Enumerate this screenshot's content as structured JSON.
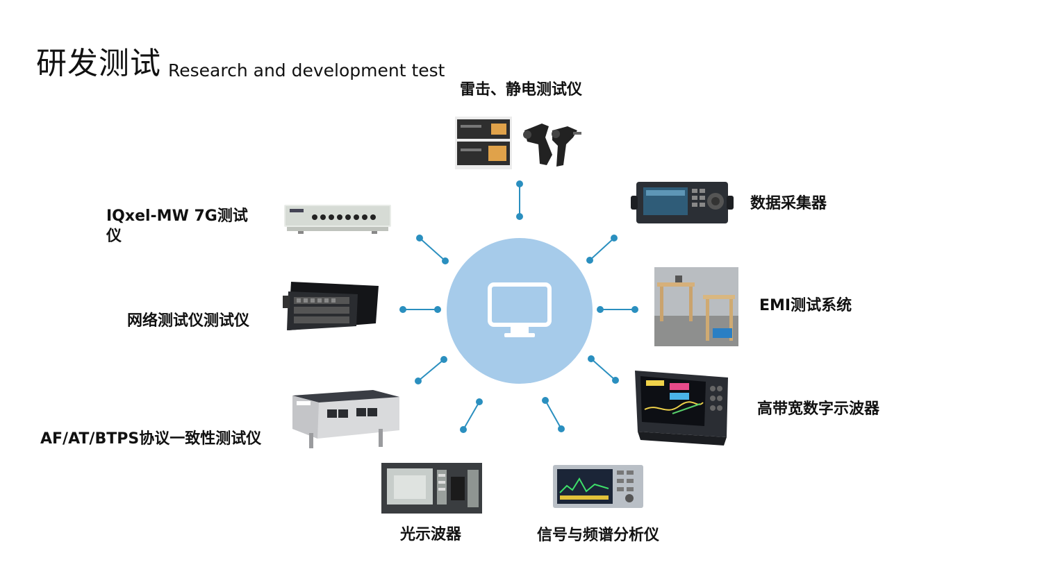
{
  "title": {
    "zh": "研发测试",
    "en": "Research and development test"
  },
  "hub": {
    "icon": "monitor-icon",
    "color": "#a6cbea"
  },
  "colors": {
    "connector": "#2a8fbf",
    "hub": "#a6cbea"
  },
  "nodes": [
    {
      "id": "lightning-esd",
      "label": "雷击、静电测试仪"
    },
    {
      "id": "data-acquisition",
      "label": "数据采集器"
    },
    {
      "id": "emi",
      "label": "EMI测试系统"
    },
    {
      "id": "oscilloscope",
      "label": "高带宽数字示波器"
    },
    {
      "id": "spectrum-analyzer",
      "label": "信号与频谱分析仪"
    },
    {
      "id": "optical-oscilloscope",
      "label": "光示波器"
    },
    {
      "id": "protocol-tester",
      "label": "AF/AT/BTPS协议一致性测试仪"
    },
    {
      "id": "network-tester",
      "label": "网络测试仪测试仪"
    },
    {
      "id": "iqxel",
      "label": "IQxel-MW 7G测试仪"
    }
  ]
}
